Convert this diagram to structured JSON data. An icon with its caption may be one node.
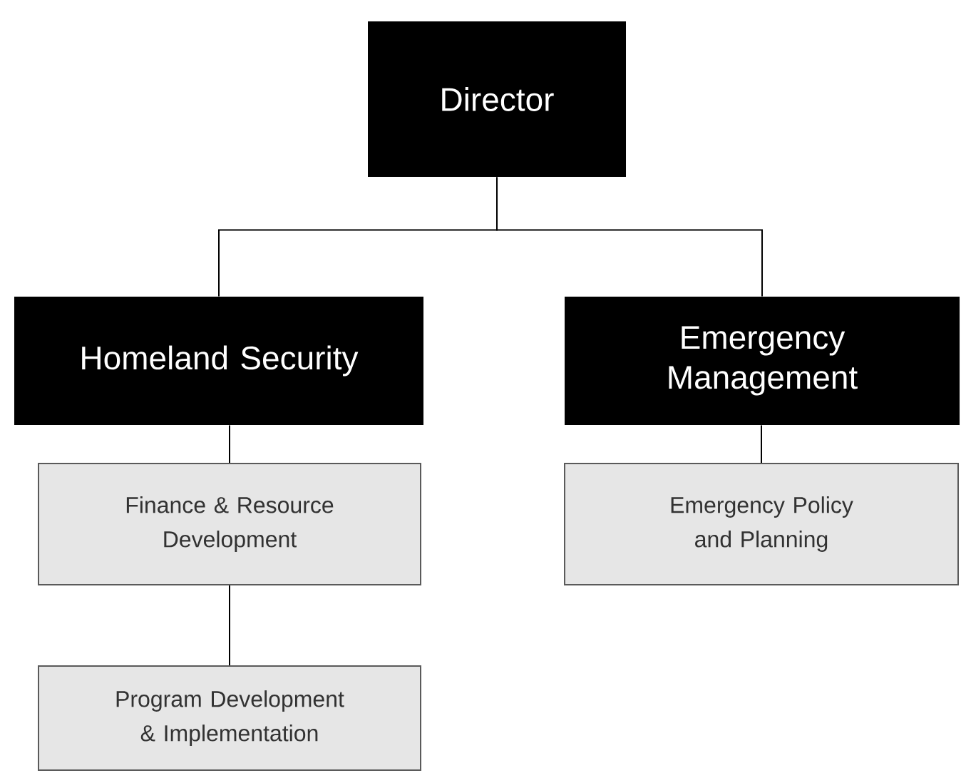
{
  "diagram": {
    "nodes": [
      {
        "text": [
          "Director"
        ]
      },
      {
        "text": [
          "Homeland Security"
        ]
      },
      {
        "text": [
          "Emergency Management"
        ]
      },
      {
        "text": [
          "Finance & Resource Development"
        ]
      },
      {
        "text": [
          "Emergency Policy and Planning"
        ]
      },
      {
        "text": [
          "Program Development & Implementation"
        ]
      }
    ],
    "edges": [
      {
        "from": 0,
        "to": 1,
        "arrow": "none"
      },
      {
        "from": 0,
        "to": 2,
        "arrow": "none"
      },
      {
        "from": 1,
        "to": 3,
        "arrow": "none"
      },
      {
        "from": 3,
        "to": 5,
        "arrow": "none"
      },
      {
        "from": 2,
        "to": 4,
        "arrow": "none"
      }
    ]
  }
}
